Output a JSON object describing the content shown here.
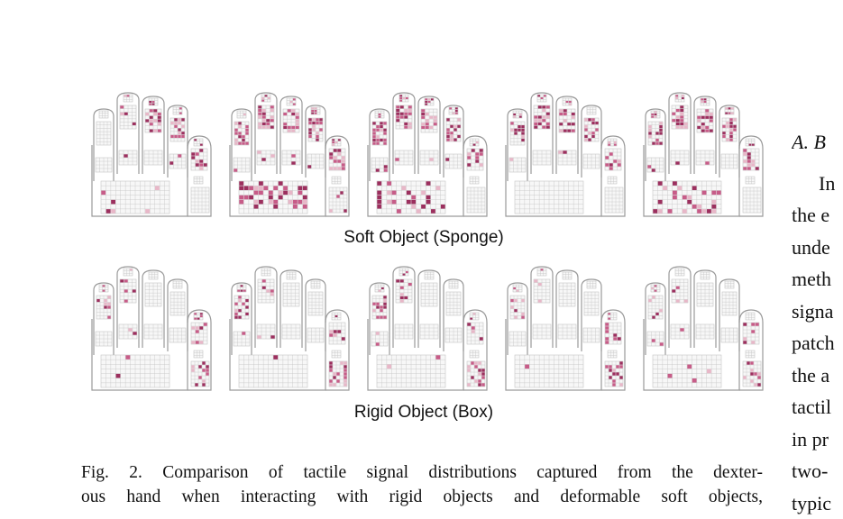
{
  "figure": {
    "rows": [
      {
        "label": "Soft Object (Sponge)",
        "hands": [
          {
            "active": {
              "thumb": 0.5,
              "index": 0.15,
              "middle": 0.35,
              "ring": 0.7,
              "little": 0.0,
              "palm": 0.05,
              "palm_side": 0.0
            }
          },
          {
            "active": {
              "thumb": 0.6,
              "index": 0.7,
              "middle": 0.6,
              "ring": 0.6,
              "little": 0.6,
              "palm": 0.35,
              "palm_side": 0.1
            }
          },
          {
            "active": {
              "thumb": 0.5,
              "index": 0.6,
              "middle": 0.55,
              "ring": 0.5,
              "little": 0.55,
              "palm": 0.3,
              "palm_side": 0.0
            }
          },
          {
            "active": {
              "thumb": 0.4,
              "index": 0.5,
              "middle": 0.55,
              "ring": 0.45,
              "little": 0.55,
              "palm": 0.0,
              "palm_side": 0.0
            }
          },
          {
            "active": {
              "thumb": 0.45,
              "index": 0.55,
              "middle": 0.6,
              "ring": 0.5,
              "little": 0.55,
              "palm": 0.25,
              "palm_side": 0.0
            }
          }
        ]
      },
      {
        "label": "Rigid Object (Box)",
        "hands": [
          {
            "active": {
              "thumb": 0.3,
              "index": 0.2,
              "middle": 0.0,
              "ring": 0.0,
              "little": 0.35,
              "palm": 0.02,
              "palm_side": 0.45
            }
          },
          {
            "active": {
              "thumb": 0.3,
              "index": 0.15,
              "middle": 0.0,
              "ring": 0.0,
              "little": 0.45,
              "palm": 0.02,
              "palm_side": 0.5
            }
          },
          {
            "active": {
              "thumb": 0.25,
              "index": 0.15,
              "middle": 0.0,
              "ring": 0.0,
              "little": 0.35,
              "palm": 0.02,
              "palm_side": 0.45
            }
          },
          {
            "active": {
              "thumb": 0.25,
              "index": 0.15,
              "middle": 0.0,
              "ring": 0.0,
              "little": 0.35,
              "palm": 0.02,
              "palm_side": 0.45
            }
          },
          {
            "active": {
              "thumb": 0.25,
              "index": 0.15,
              "middle": 0.0,
              "ring": 0.0,
              "little": 0.35,
              "palm": 0.02,
              "palm_side": 0.45
            }
          }
        ]
      }
    ],
    "colors": {
      "outline": "#9a9a9a",
      "grid": "#c4c4c4",
      "cell_light": "#e8b7c8",
      "cell_mid": "#c75c88",
      "cell_dark": "#9c2f5e"
    }
  },
  "caption": {
    "lines": [
      "Fig. 2.  Comparison of tactile signal distributions captured from the dexter-",
      "ous hand when interacting with rigid objects and deformable soft objects,"
    ]
  },
  "right_column": {
    "heading": "A.  B",
    "lines": [
      "In",
      "the e",
      "unde",
      "meth",
      "signa",
      "patch",
      "the a",
      "tactil",
      "in pr",
      "two-",
      "typic"
    ]
  }
}
